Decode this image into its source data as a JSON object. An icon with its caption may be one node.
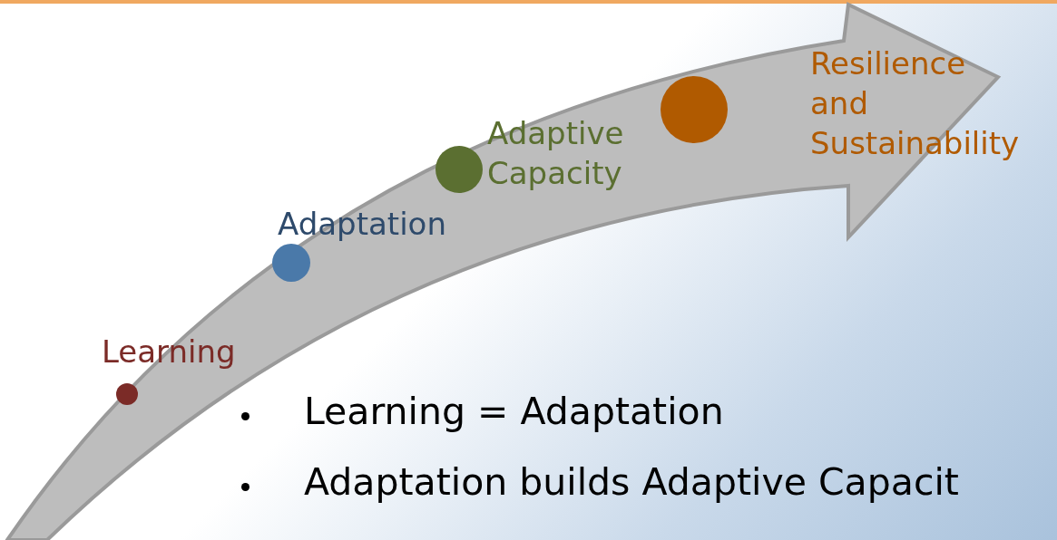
{
  "diagram": {
    "nodes": [
      {
        "text": [],
        "shape": "circle",
        "beside": [
          "Learning"
        ]
      },
      {
        "text": [],
        "shape": "circle",
        "beside": [
          "Adaptation"
        ]
      },
      {
        "text": [],
        "shape": "circle",
        "beside": [
          "Adaptive Capacity"
        ]
      },
      {
        "text": [],
        "shape": "circle",
        "beside": [
          "Resilience and Sustainability"
        ]
      }
    ],
    "labels": [
      "Learning = Adaptation",
      "Adaptation builds Adaptive Capacit"
    ]
  }
}
